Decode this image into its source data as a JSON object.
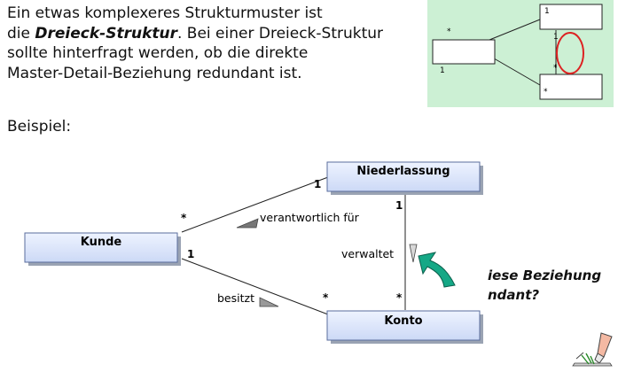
{
  "intro": {
    "line1": "Ein etwas komplexeres Strukturmuster ist",
    "line2_prefix": "die ",
    "line2_emphasis": "Dreieck-Struktur",
    "line2_suffix": ". Bei einer Dreieck-Struktur",
    "line3": "sollte hinterfragt werden, ob die direkte",
    "line4": "Master-Detail-Beziehung redundant ist."
  },
  "example_label": "Beispiel:",
  "legend": {
    "mult_top": "1",
    "mult_star_left": "*",
    "mult_left_bottom": "1",
    "mult_right_1": "1",
    "mult_right_star": "*",
    "mult_bottom_star": "*"
  },
  "diagram": {
    "classes": {
      "niederlassung": "Niederlassung",
      "kunde": "Kunde",
      "konto": "Konto"
    },
    "associations": {
      "verantwortlich": "verantwortlich für",
      "verwaltet": "verwaltet",
      "besitzt": "besitzt"
    },
    "multiplicities": {
      "nl_left": "1",
      "nl_bottom": "1",
      "kunde_top": "*",
      "kunde_right": "1",
      "konto_left": "*",
      "konto_top": "*"
    }
  },
  "question": {
    "line1": "iese Beziehung",
    "line2": "ndant?"
  },
  "colors": {
    "legend_bg": "#ccf0d4",
    "class_fill": "#dde6fb",
    "arrow_green": "#15a886",
    "highlight_red": "#dd2222"
  }
}
